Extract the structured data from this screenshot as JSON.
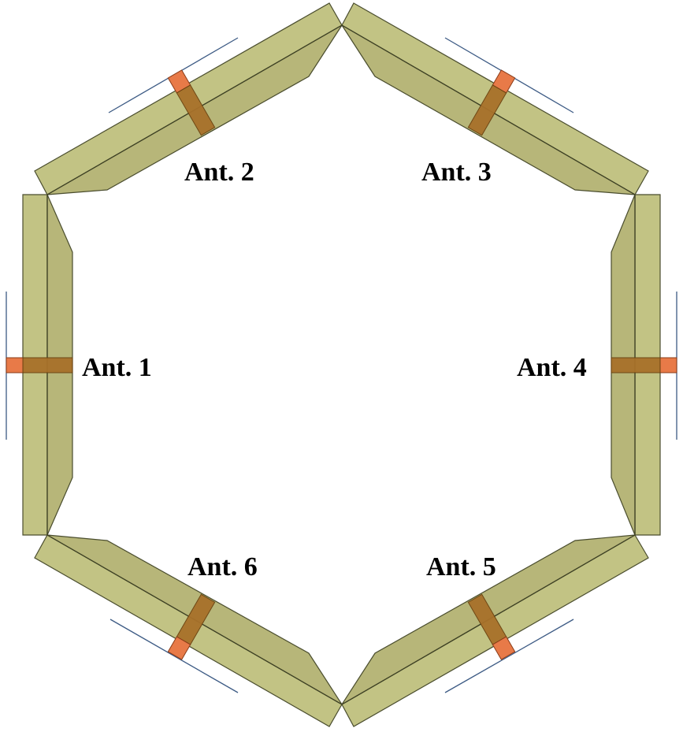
{
  "diagram": {
    "antennas": [
      {
        "id": 1,
        "label": "Ant. 1"
      },
      {
        "id": 2,
        "label": "Ant. 2"
      },
      {
        "id": 3,
        "label": "Ant. 3"
      },
      {
        "id": 4,
        "label": "Ant. 4"
      },
      {
        "id": 5,
        "label": "Ant. 5"
      },
      {
        "id": 6,
        "label": "Ant. 6"
      }
    ],
    "colors": {
      "board": "#c2c384",
      "board_inner": "#b7b679",
      "feed_outer": "#e87a48",
      "feed_inner": "#a8712a",
      "dipole_line": "#3c5a84"
    }
  }
}
